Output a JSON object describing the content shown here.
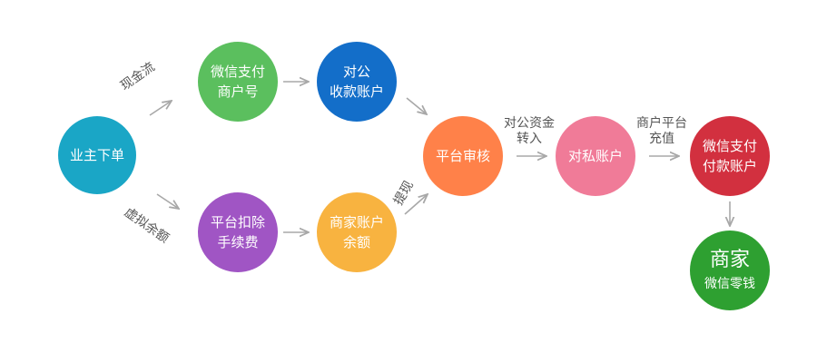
{
  "colors": {
    "arrow": "#a8a8a8",
    "label": "#555555",
    "order": "#1aa6c6",
    "wechat_merchant": "#5bbf5e",
    "public_collect": "#136ec9",
    "platform_fee": "#a055c4",
    "merchant_balance": "#f8b340",
    "platform_review": "#ff8149",
    "private_account": "#f07b98",
    "wechat_pay_account": "#d2303f",
    "merchant_wallet": "#2ea031"
  },
  "nodes": {
    "order": {
      "lines": [
        "业主下单"
      ]
    },
    "wechat_merchant": {
      "lines": [
        "微信支付",
        "商户号"
      ]
    },
    "public_collect": {
      "lines": [
        "对公",
        "收款账户"
      ]
    },
    "platform_fee": {
      "lines": [
        "平台扣除",
        "手续费"
      ]
    },
    "merchant_balance": {
      "lines": [
        "商家账户",
        "余额"
      ]
    },
    "platform_review": {
      "lines": [
        "平台审核"
      ]
    },
    "private_account": {
      "lines": [
        "对私账户"
      ]
    },
    "wechat_pay_account": {
      "lines": [
        "微信支付",
        "付款账户"
      ]
    },
    "merchant_wallet": {
      "lines": [
        "商家",
        "微信零钱"
      ]
    }
  },
  "labels": {
    "cash_flow": "现金流",
    "virtual_balance": "虚拟余额",
    "withdraw": "提现",
    "public_funds": [
      "对公资金",
      "转入"
    ],
    "merchant_topup": [
      "商户平台",
      "充值"
    ]
  }
}
